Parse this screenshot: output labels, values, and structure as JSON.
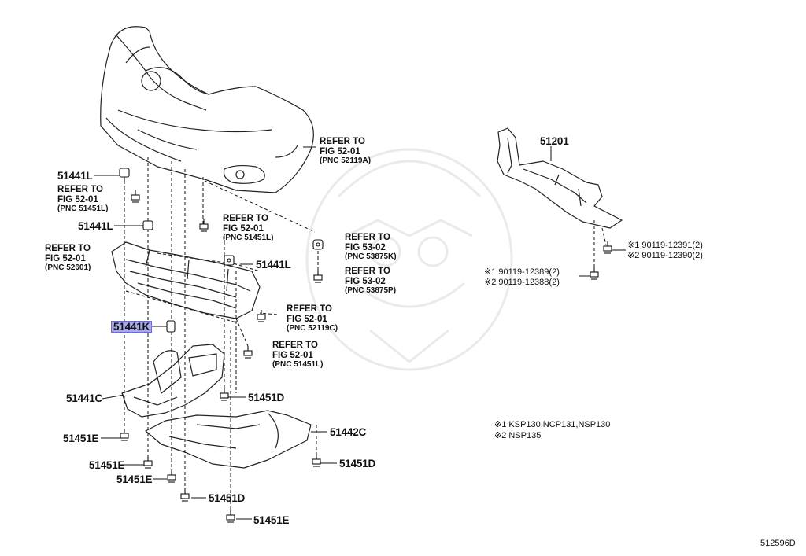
{
  "callouts": {
    "p51441L_a": "51441L",
    "p51441L_b": "51441L",
    "p51441L_c": "51441L",
    "p51441K": "51441K",
    "p51441C": "51441C",
    "p51442C": "51442C",
    "p51201": "51201",
    "p51451E_a": "51451E",
    "p51451E_b": "51451E",
    "p51451E_c": "51451E",
    "p51451E_d": "51451E",
    "p51451D_a": "51451D",
    "p51451D_b": "51451D",
    "p51451D_c": "51451D"
  },
  "references": [
    {
      "line1": "REFER TO",
      "line2": "FIG 52-01",
      "pnc": "(PNC 52119A)"
    },
    {
      "line1": "REFER TO",
      "line2": "FIG 52-01",
      "pnc": "(PNC 51451L)"
    },
    {
      "line1": "REFER TO",
      "line2": "FIG 52-01",
      "pnc": "(PNC 51451L)"
    },
    {
      "line1": "REFER TO",
      "line2": "FIG 52-01",
      "pnc": "(PNC 52601)"
    },
    {
      "line1": "REFER TO",
      "line2": "FIG 53-02",
      "pnc": "(PNC 53875K)"
    },
    {
      "line1": "REFER TO",
      "line2": "FIG 53-02",
      "pnc": "(PNC 53875P)"
    },
    {
      "line1": "REFER TO",
      "line2": "FIG 52-01",
      "pnc": "(PNC 52119C)"
    },
    {
      "line1": "REFER TO",
      "line2": "FIG 52-01",
      "pnc": "(PNC 51451L)"
    }
  ],
  "bolt_notes": {
    "upper_1": "※1 90119-12391(2)",
    "upper_2": "※2 90119-12390(2)",
    "lower_1": "※1 90119-12389(2)",
    "lower_2": "※2 90119-12388(2)"
  },
  "legend": {
    "item1": "※1 KSP130,NCP131,NSP130",
    "item2": "※2 NSP135"
  },
  "figure_id": "512596D",
  "highlighted_part": "51441K"
}
